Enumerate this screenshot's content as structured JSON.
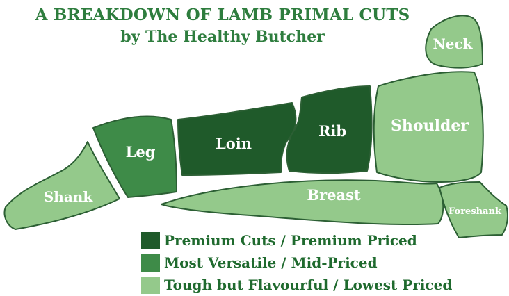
{
  "header": {
    "title": "A BREAKDOWN OF LAMB PRIMAL CUTS",
    "subtitle": "by The Healthy Butcher"
  },
  "colors": {
    "title": "#2e7d3e",
    "premium": "#1f5a2a",
    "versatile": "#3e8b48",
    "tough": "#94c98b"
  },
  "cuts": {
    "neck": {
      "label": "Neck",
      "tier": "tough"
    },
    "shoulder": {
      "label": "Shoulder",
      "tier": "tough"
    },
    "rib": {
      "label": "Rib",
      "tier": "premium"
    },
    "loin": {
      "label": "Loin",
      "tier": "premium"
    },
    "leg": {
      "label": "Leg",
      "tier": "versatile"
    },
    "shank": {
      "label": "Shank",
      "tier": "tough"
    },
    "breast": {
      "label": "Breast",
      "tier": "tough"
    },
    "foreshank": {
      "label": "Foreshank",
      "tier": "tough"
    }
  },
  "legend": [
    {
      "label": "Premium Cuts / Premium Priced",
      "tier": "premium"
    },
    {
      "label": "Most Versatile / Mid-Priced",
      "tier": "versatile"
    },
    {
      "label": "Tough but Flavourful / Lowest Priced",
      "tier": "tough"
    }
  ]
}
